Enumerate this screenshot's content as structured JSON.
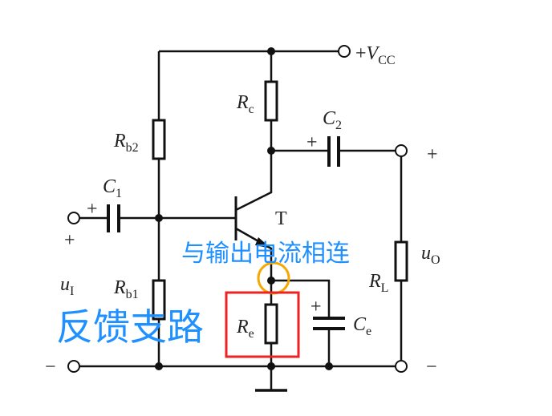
{
  "labels": {
    "vcc": {
      "prefix": "+",
      "main": "V",
      "sub": "CC"
    },
    "rc": {
      "main": "R",
      "sub": "c"
    },
    "rb2": {
      "main": "R",
      "sub": "b2"
    },
    "rb1": {
      "main": "R",
      "sub": "b1"
    },
    "re": {
      "main": "R",
      "sub": "e"
    },
    "rl": {
      "main": "R",
      "sub": "L"
    },
    "c1": {
      "main": "C",
      "sub": "1"
    },
    "c2": {
      "main": "C",
      "sub": "2"
    },
    "ce": {
      "main": "C",
      "sub": "e"
    },
    "transistor": "T",
    "ui": {
      "main": "u",
      "sub": "I"
    },
    "uo": {
      "main": "u",
      "sub": "O"
    },
    "plus": "+",
    "minus": "−"
  },
  "annotations": {
    "output_current": "与输出电流相连",
    "feedback_branch": "反馈支路"
  },
  "colors": {
    "annotation_text": "#1e90ff",
    "highlight_circle": "#f5a800",
    "highlight_box": "#ee2222"
  }
}
